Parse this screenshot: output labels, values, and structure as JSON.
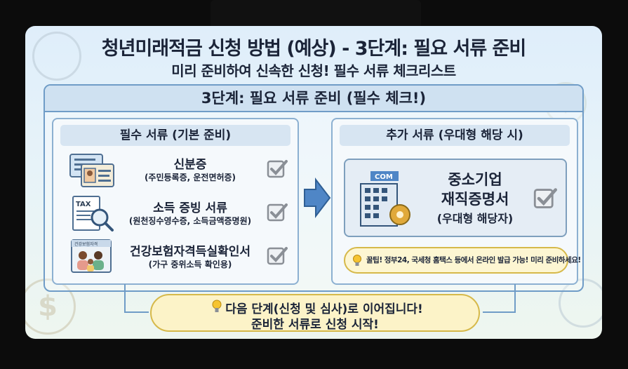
{
  "header": {
    "title": "청년미래적금 신청 방법 (예상) - 3단계: 필요 서류 준비",
    "subtitle": "미리 준비하여 신속한 신청! 필수 서류 체크리스트"
  },
  "main": {
    "heading": "3단계: 필요 서류 준비 (필수 체크!)",
    "required": {
      "heading": "필수 서류 (기본 준비)",
      "docs": [
        {
          "name": "신분증",
          "note": "(주민등록증, 운전면허증)",
          "icon": "id-card-icon"
        },
        {
          "name": "소득 증빙 서류",
          "note": "(원천징수영수증, 소득금액증명원)",
          "icon": "tax-document-icon",
          "icon_text": "TAX"
        },
        {
          "name": "건강보험자격득실확인서",
          "note": "(가구 중위소득 확인용)",
          "icon": "family-insurance-icon",
          "icon_text": "건강보험자격"
        }
      ]
    },
    "additional": {
      "heading": "추가 서류 (우대형 해당 시)",
      "doc": {
        "line1": "중소기업",
        "line2": "재직증명서",
        "line3": "(우대형 해당자)",
        "icon": "company-building-icon",
        "icon_text": "COM"
      },
      "tip": "꿀팁! 정부24, 국세청 홈택스 등에서 온라인 발급 가능! 미리 준비하세요!"
    }
  },
  "footer": {
    "line1": "다음 단계(신청 및 심사)로 이어집니다!",
    "line2": "준비한 서류로 신청 시작!"
  },
  "colors": {
    "accent_blue": "#4f86c6",
    "check_gray": "#8a8f96",
    "tip_yellow": "#fdf6d2",
    "border_gold": "#d6b94a"
  }
}
